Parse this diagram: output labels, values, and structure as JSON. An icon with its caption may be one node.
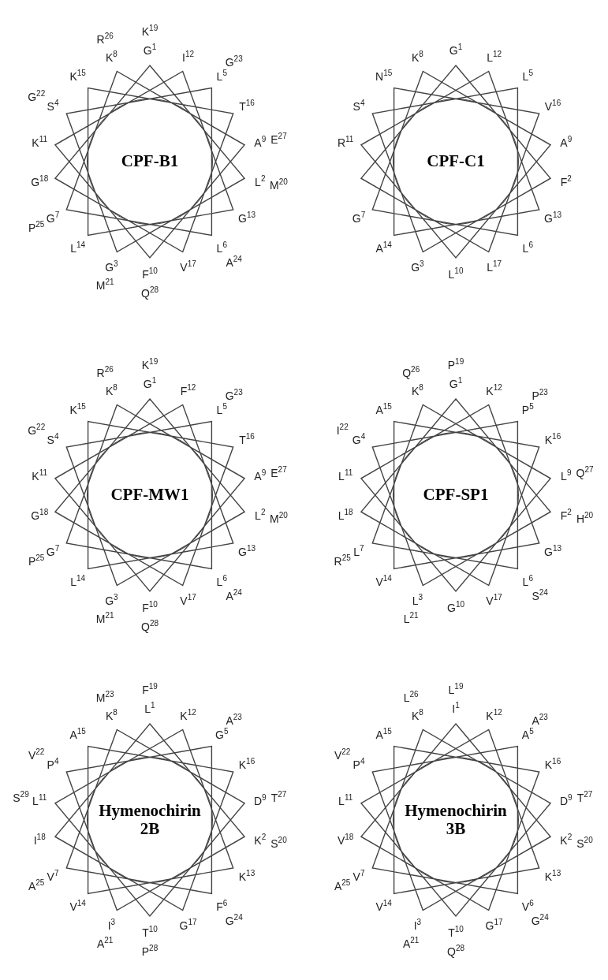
{
  "diagram": {
    "nodes": [
      {
        "text": [
          "CPF-B1"
        ]
      },
      {
        "text": [
          "CPF-C1"
        ]
      },
      {
        "text": [
          "CPF-MW1"
        ]
      },
      {
        "text": [
          "CPF-SP1"
        ]
      },
      {
        "text": [
          "Hymenochirin 2B"
        ]
      },
      {
        "text": [
          "Hymenochirin 3B"
        ]
      }
    ],
    "labels": [
      "G$^{1}$",
      "K$^{19}$",
      "I$^{12}$",
      "L$^{5}$",
      "G$^{23}$",
      "T$^{16}$",
      "A$^{9}$",
      "E$^{27}$",
      "L$^{2}$",
      "M$^{20}$",
      "G$^{13}$",
      "L$^{6}$",
      "A$^{24}$",
      "V$^{17}$",
      "F$^{10}$",
      "Q$^{28}$",
      "G$^{3}$",
      "M$^{21}$",
      "L$^{14}$",
      "G$^{7}$",
      "P$^{25}$",
      "G$^{18}$",
      "K$^{11}$",
      "S$^{4}$",
      "G$^{22}$",
      "K$^{15}$",
      "K$^{8}$",
      "R$^{26}$",
      "G$^{1}$",
      "L$^{12}$",
      "L$^{5}$",
      "V$^{16}$",
      "A$^{9}$",
      "F$^{2}$",
      "G$^{13}$",
      "L$^{6}$",
      "L$^{17}$",
      "L$^{10}$",
      "G$^{3}$",
      "A$^{14}$",
      "G$^{7}$",
      "R$^{11}$",
      "S$^{4}$",
      "N$^{15}$",
      "K$^{8}$",
      "G$^{1}$",
      "K$^{19}$",
      "F$^{12}$",
      "L$^{5}$",
      "G$^{23}$",
      "T$^{16}$",
      "A$^{9}$",
      "E$^{27}$",
      "L$^{2}$",
      "M$^{20}$",
      "G$^{13}$",
      "L$^{6}$",
      "A$^{24}$",
      "V$^{17}$",
      "F$^{10}$",
      "Q$^{28}$",
      "G$^{3}$",
      "M$^{21}$",
      "L$^{14}$",
      "G$^{7}$",
      "P$^{25}$",
      "G$^{18}$",
      "K$^{11}$",
      "S$^{4}$",
      "G$^{22}$",
      "K$^{15}$",
      "K$^{8}$",
      "R$^{26}$",
      "G$^{1}$",
      "P$^{19}$",
      "K$^{12}$",
      "P$^{5}$",
      "P$^{23}$",
      "K$^{16}$",
      "L$^{9}$",
      "Q$^{27}$",
      "F$^{2}$",
      "H$^{20}$",
      "G$^{13}$",
      "L$^{6}$",
      "S$^{24}$",
      "V$^{17}$",
      "G$^{10}$",
      "L$^{3}$",
      "L$^{21}$",
      "V$^{14}$",
      "L$^{7}$",
      "R$^{25}$",
      "L$^{18}$",
      "L$^{11}$",
      "G$^{4}$",
      "I$^{22}$",
      "A$^{15}$",
      "K$^{8}$",
      "Q$^{26}$",
      "L$^{1}$",
      "F$^{19}$",
      "K$^{12}$",
      "G$^{5}$",
      "A$^{23}$",
      "K$^{16}$",
      "D$^{9}$",
      "T$^{27}$",
      "K$^{2}$",
      "S$^{20}$",
      "K$^{13}$",
      "F$^{6}$",
      "G$^{24}$",
      "G$^{17}$",
      "T$^{10}$",
      "P$^{28}$",
      "I$^{3}$",
      "A$^{21}$",
      "V$^{14}$",
      "V$^{7}$",
      "A$^{25}$",
      "I$^{18}$",
      "S$^{29}$",
      "L$^{11}$",
      "P$^{4}$",
      "V$^{22}$",
      "A$^{15}$",
      "K$^{8}$",
      "M$^{23}$",
      "I$^{1}$",
      "L$^{19}$",
      "K$^{12}$",
      "A$^{5}$",
      "A$^{23}$",
      "K$^{16}$",
      "D$^{9}$",
      "T$^{27}$",
      "K$^{2}$",
      "S$^{20}$",
      "K$^{13}$",
      "V$^{6}$",
      "G$^{24}$",
      "G$^{17}$",
      "T$^{10}$",
      "Q$^{28}$",
      "I$^{3}$",
      "A$^{21}$",
      "V$^{14}$",
      "V$^{7}$",
      "A$^{25}$",
      "V$^{18}$",
      "L$^{11}$",
      "P$^{4}$",
      "V$^{22}$",
      "A$^{15}$",
      "K$^{8}$",
      "L$^{26}$"
    ]
  }
}
